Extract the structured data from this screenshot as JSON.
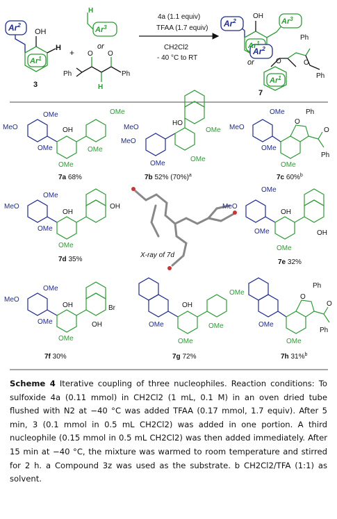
{
  "reaction": {
    "sm_label": "3",
    "plus": "+",
    "or1": "or",
    "or2": "or",
    "cond1": "4a (1.1 equiv)",
    "cond2": "TFAA (1.7 equiv)",
    "cond3": "CH2Cl2",
    "cond4": "- 40 °C to RT",
    "prod_label": "7",
    "ar1": "Ar",
    "ar1_sup": "1",
    "ar2": "Ar",
    "ar2_sup": "2",
    "ar3": "Ar",
    "ar3_sup": "3",
    "oh": "OH",
    "h": "H",
    "ph": "Ph",
    "o": "O"
  },
  "labels": {
    "OMe": "OMe",
    "MeO": "MeO",
    "OH": "OH",
    "HO": "HO",
    "Ph": "Ph",
    "O": "O",
    "Br": "Br"
  },
  "compounds": [
    {
      "id": "7a",
      "yield": " 68%"
    },
    {
      "id": "7b",
      "yield": " 52% (70%)",
      "note": "a"
    },
    {
      "id": "7c",
      "yield": " 60%",
      "note": "b"
    },
    {
      "id": "7d",
      "yield": " 35%"
    },
    {
      "id": "7e",
      "yield": " 32%"
    },
    {
      "id": "7f",
      "yield": " 30%"
    },
    {
      "id": "7g",
      "yield": " 72%"
    },
    {
      "id": "7h",
      "yield": " 31%",
      "note": "b"
    }
  ],
  "xray_label": "X-ray of 7d",
  "caption": {
    "title": "Scheme 4",
    "text": " Iterative coupling of three nucleophiles. Reaction conditions: To sulfoxide 4a (0.11 mmol) in CH2Cl2 (1 mL, 0.1 M) in an oven dried tube flushed with N2 at −40 °C was added TFAA (0.17 mmol, 1.7 equiv). After 5 min, 3 (0.1 mmol in 0.5 mL CH2Cl2) was added in one portion. A third nucleophile (0.15 mmol in 0.5 mL CH2Cl2) was then added immediately. After 15 min at −40 °C, the mixture was warmed to room temperature and stirred for 2 h. a Compound 3z was used as the substrate. b CH2Cl2/TFA (1:1) as solvent."
  },
  "colors": {
    "blue": "#1e2a8c",
    "green": "#2e9a35",
    "black": "#111111"
  }
}
